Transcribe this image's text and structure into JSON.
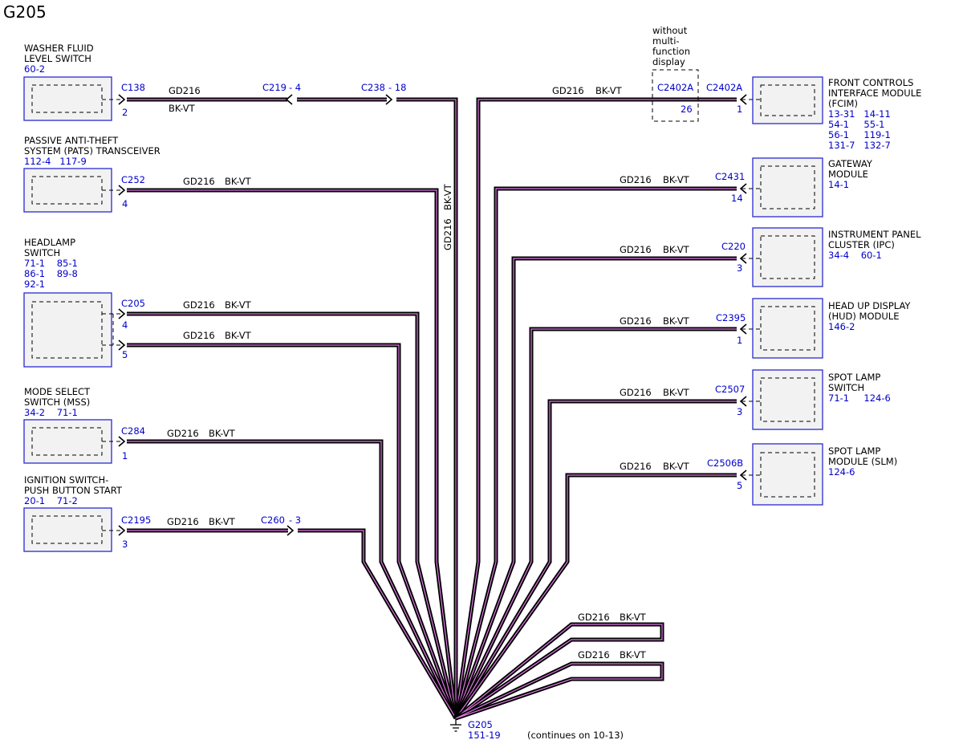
{
  "title": "G205",
  "wire": {
    "circuit": "GD216",
    "color": "BK-VT",
    "trunk_color_label": "BK-VT",
    "trunk_circuit_label": "GD216"
  },
  "colors": {
    "wire_stripe": "#e27ae6",
    "ref_text": "#0000cc",
    "box_border": "#2a2ad0"
  },
  "components": {
    "washer": {
      "name1": "WASHER FLUID",
      "name2": "LEVEL SWITCH",
      "refs1": "60-2",
      "connector": "C138",
      "pin": "2"
    },
    "pats": {
      "name1": "PASSIVE ANTI-THEFT",
      "name2": "SYSTEM (PATS) TRANSCEIVER",
      "refs1": "112-4   117-9",
      "connector": "C252",
      "pin": "4"
    },
    "headlamp": {
      "name1": "HEADLAMP",
      "name2": "SWITCH",
      "refs1": "71-1    85-1",
      "refs2": "86-1    89-8",
      "refs3": "92-1",
      "connector": "C205",
      "pin_a": "4",
      "pin_b": "5"
    },
    "mss": {
      "name1": "MODE SELECT",
      "name2": "SWITCH (MSS)",
      "refs1": "34-2    71-1",
      "connector": "C284",
      "pin": "1"
    },
    "ignition": {
      "name1": "IGNITION SWITCH-",
      "name2": "PUSH BUTTON START",
      "refs1": "20-1    71-2",
      "connector": "C2195",
      "pin": "3"
    },
    "fcim": {
      "name1": "FRONT CONTROLS",
      "name2": "INTERFACE MODULE",
      "name3": "(FCIM)",
      "refs1": "13-31   14-11",
      "refs2": "54-1     55-1",
      "refs3": "56-1     119-1",
      "refs4": "131-7   132-7",
      "connector": "C2402A",
      "pin": "1"
    },
    "gateway": {
      "name1": "GATEWAY",
      "name2": "MODULE",
      "refs1": "14-1",
      "connector": "C2431",
      "pin": "14"
    },
    "ipc": {
      "name1": "INSTRUMENT PANEL",
      "name2": "CLUSTER (IPC)",
      "refs1": "34-4    60-1",
      "connector": "C220",
      "pin": "3"
    },
    "hud": {
      "name1": "HEAD UP DISPLAY",
      "name2": "(HUD) MODULE",
      "refs1": "146-2",
      "connector": "C2395",
      "pin": "1"
    },
    "spotsw": {
      "name1": "SPOT LAMP",
      "name2": "SWITCH",
      "refs1": "71-1     124-6",
      "connector": "C2507",
      "pin": "3"
    },
    "slm": {
      "name1": "SPOT LAMP",
      "name2": "MODULE (SLM)",
      "refs1": "124-6",
      "connector": "C2506B",
      "pin": "5"
    }
  },
  "inline": {
    "c219": {
      "connector": "C219",
      "pin": "- 4"
    },
    "c238": {
      "connector": "C238",
      "pin": "- 18"
    },
    "c260": {
      "connector": "C260",
      "pin": "- 3"
    },
    "c2402a_opt": {
      "connector": "C2402A",
      "pin": "26",
      "note1": "without",
      "note2": "multi-",
      "note3": "function",
      "note4": "display"
    }
  },
  "ground": {
    "name": "G205",
    "ref": "151-19",
    "continues": "(continues on 10-13)"
  }
}
